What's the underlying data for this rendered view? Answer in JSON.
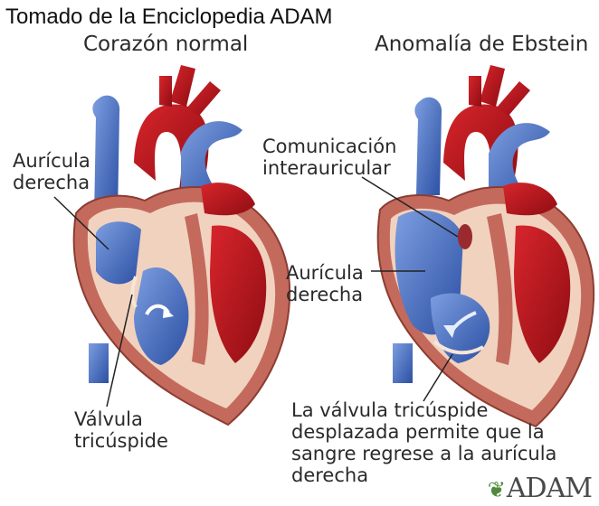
{
  "source": "Tomado de la Enciclopedia ADAM",
  "panels": {
    "normal": {
      "title": "Corazón normal",
      "labels": {
        "right_atrium": [
          "Aurícula",
          "derecha"
        ],
        "tricuspid": [
          "Válvula",
          "tricúspide"
        ]
      }
    },
    "ebstein": {
      "title": "Anomalía de Ebstein",
      "labels": {
        "asd": [
          "Comunicación",
          "interauricular"
        ],
        "right_atrium": [
          "Aurícula",
          "derecha"
        ],
        "displaced_valve": [
          "La válvula tricúspide",
          "desplazada permite que la",
          "sangre regrese a la aurícula",
          "derecha"
        ]
      }
    }
  },
  "logo": "ADAM",
  "colors": {
    "blue": "#3a62b8",
    "blue_light": "#6e8fd6",
    "red": "#b8141c",
    "red_dark": "#7c0c10",
    "myocardium": "#c46a5c",
    "cavity_bg": "#f1d2bf"
  }
}
